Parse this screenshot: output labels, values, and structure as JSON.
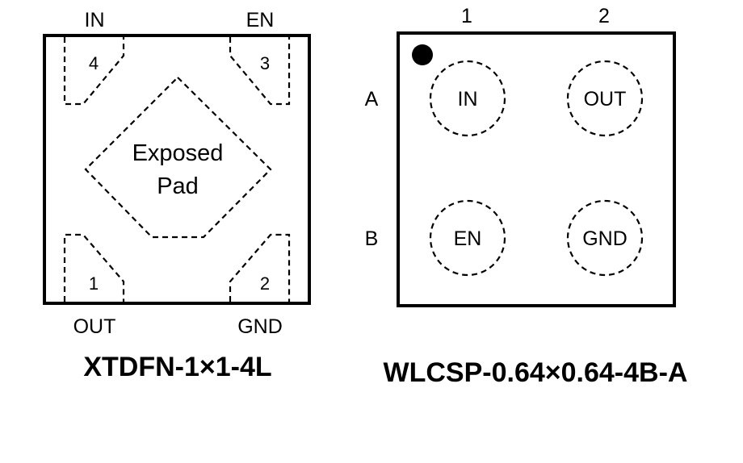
{
  "left_package": {
    "name": "XTDFN-1×1-4L",
    "top_labels": [
      "IN",
      "EN"
    ],
    "bottom_labels": [
      "OUT",
      "GND"
    ],
    "pins": [
      {
        "number": "4",
        "signal": "IN"
      },
      {
        "number": "3",
        "signal": "EN"
      },
      {
        "number": "1",
        "signal": "OUT"
      },
      {
        "number": "2",
        "signal": "GND"
      }
    ],
    "exposed_pad": {
      "line1": "Exposed",
      "line2": "Pad"
    }
  },
  "right_package": {
    "name": "WLCSP-0.64×0.64-4B-A",
    "columns": [
      "1",
      "2"
    ],
    "rows": [
      "A",
      "B"
    ],
    "balls": [
      {
        "position": "A1",
        "signal": "IN"
      },
      {
        "position": "A2",
        "signal": "OUT"
      },
      {
        "position": "B1",
        "signal": "EN"
      },
      {
        "position": "B2",
        "signal": "GND"
      }
    ]
  }
}
